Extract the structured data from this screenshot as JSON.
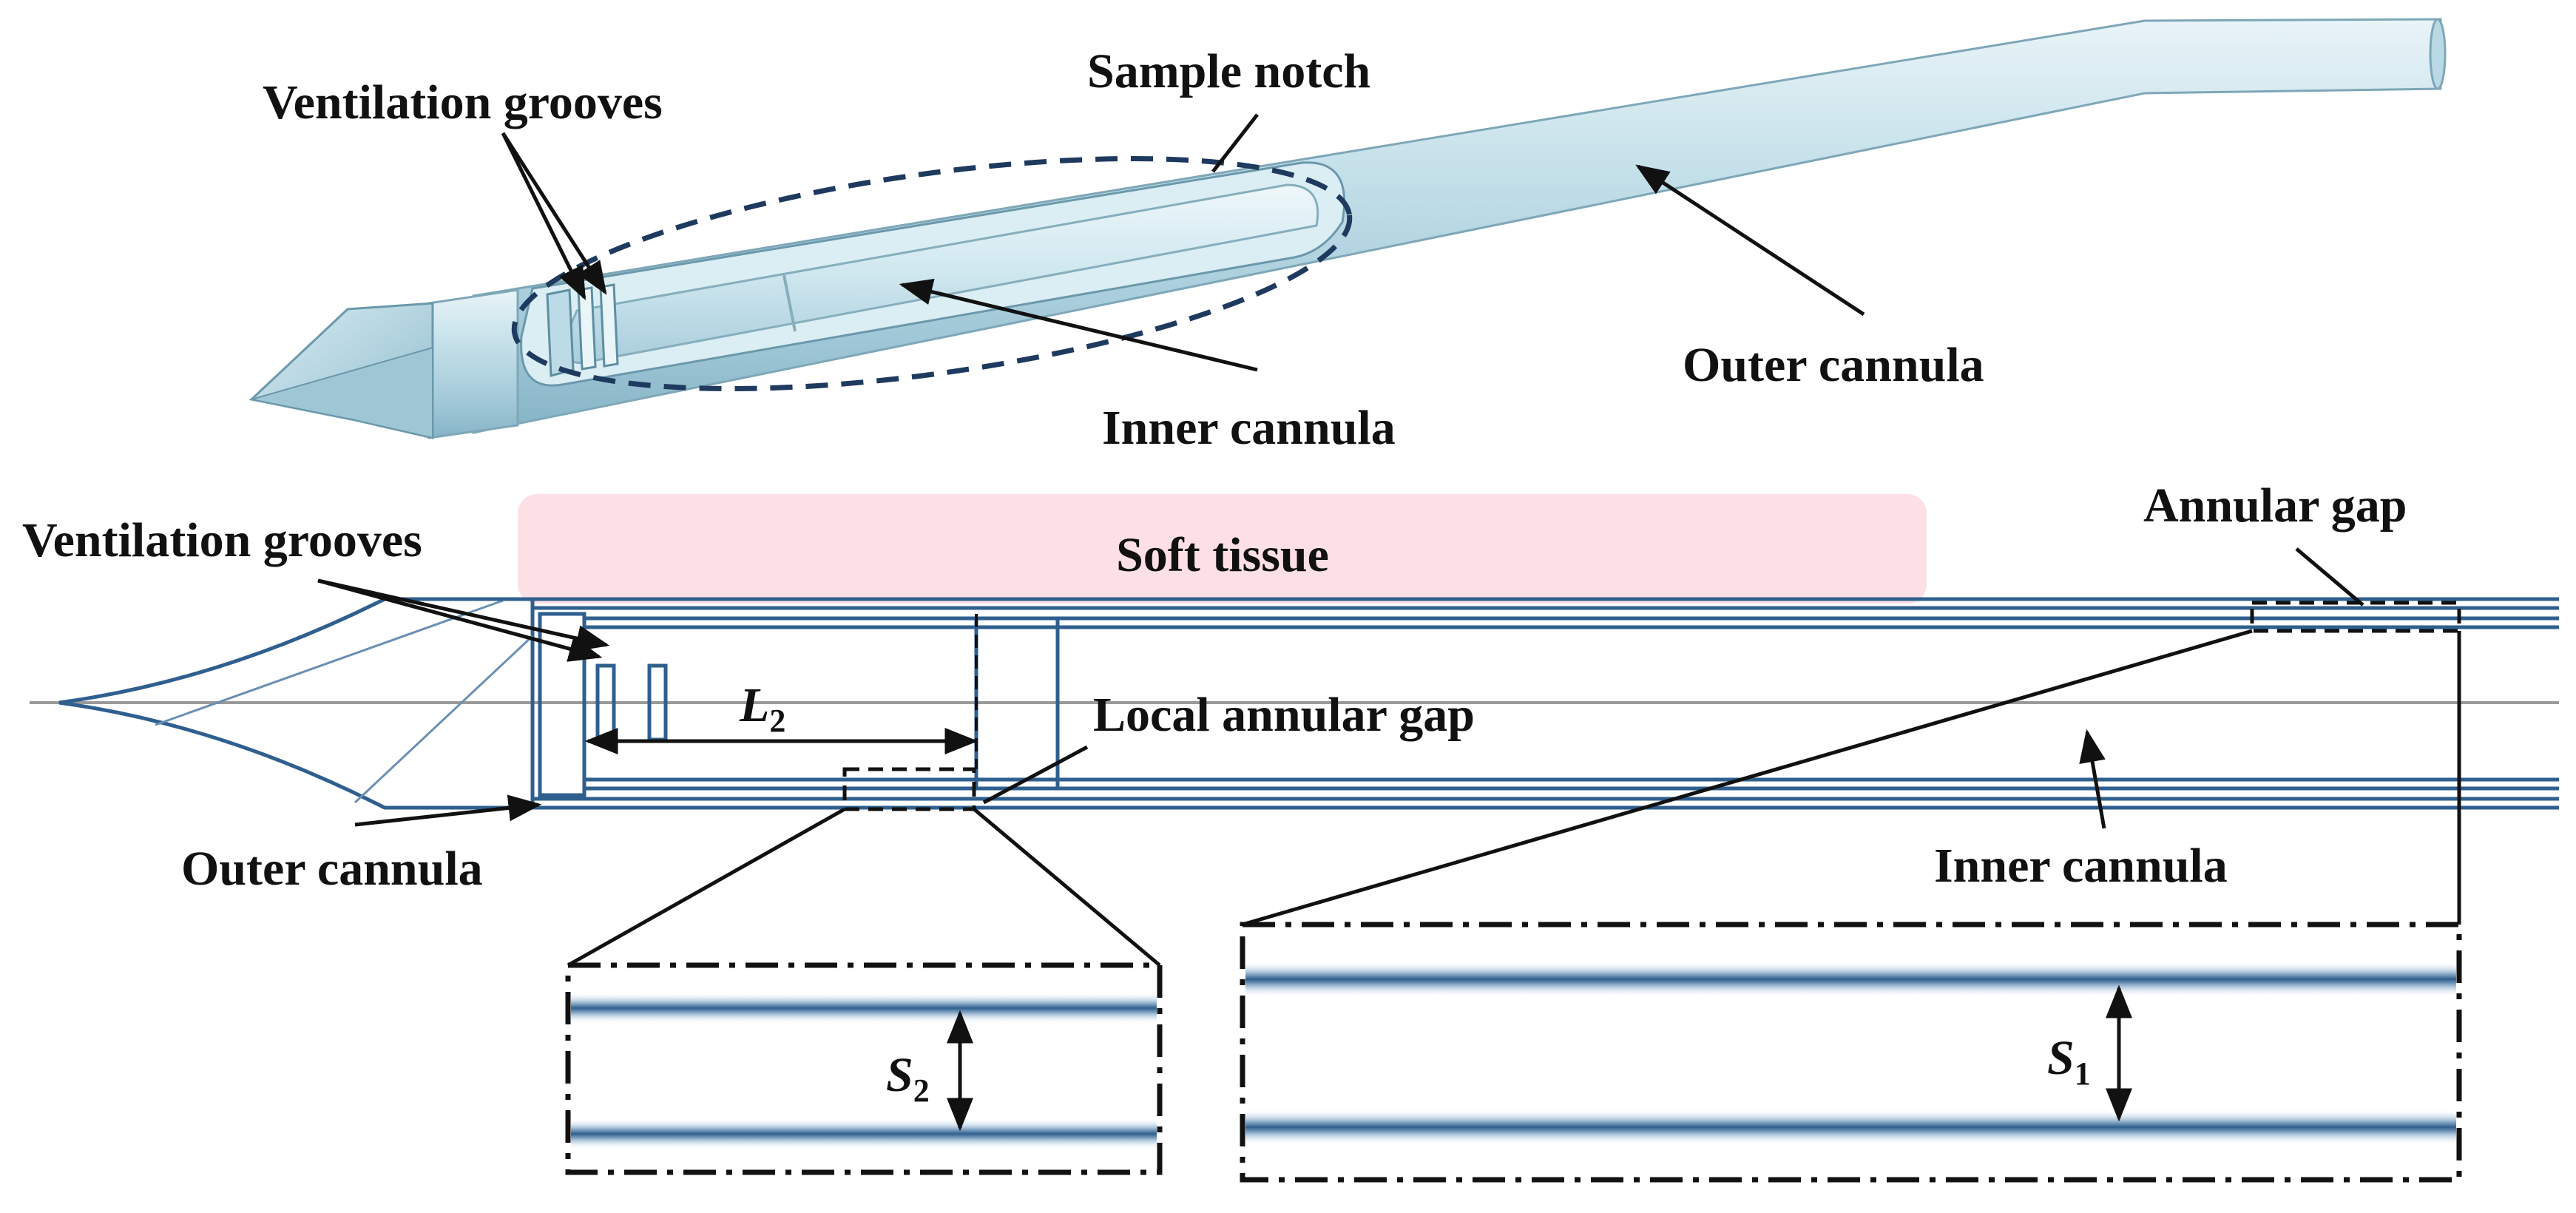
{
  "top_view": {
    "labels": {
      "ventilation_grooves": "Ventilation grooves",
      "sample_notch": "Sample notch",
      "inner_cannula": "Inner cannula",
      "outer_cannula": "Outer cannula"
    }
  },
  "section_view": {
    "soft_tissue": "Soft tissue",
    "labels": {
      "ventilation_grooves": "Ventilation grooves",
      "outer_cannula": "Outer cannula",
      "local_annular_gap": "Local annular gap",
      "annular_gap": "Annular gap",
      "inner_cannula": "Inner cannula"
    },
    "dimensions": {
      "l2": {
        "symbol": "L",
        "subscript": "2"
      },
      "s2": {
        "symbol": "S",
        "subscript": "2"
      },
      "s1": {
        "symbol": "S",
        "subscript": "1"
      }
    }
  },
  "colors": {
    "cannula_light": "#cfe6ef",
    "cannula_mid": "#a9cfdd",
    "cannula_dark": "#7fb0c4",
    "outline_blue": "#2f5f8f",
    "tissue_pink": "#fde0e5",
    "dash_navy": "#1f3a5f"
  }
}
